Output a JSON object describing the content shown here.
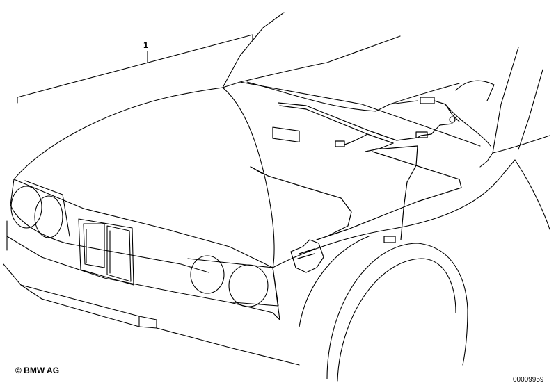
{
  "diagram": {
    "callouts": [
      {
        "number": "1"
      }
    ],
    "copyright": "© BMW AG",
    "document_number": "00009959",
    "colors": {
      "line": "#000000",
      "background": "#ffffff"
    }
  }
}
